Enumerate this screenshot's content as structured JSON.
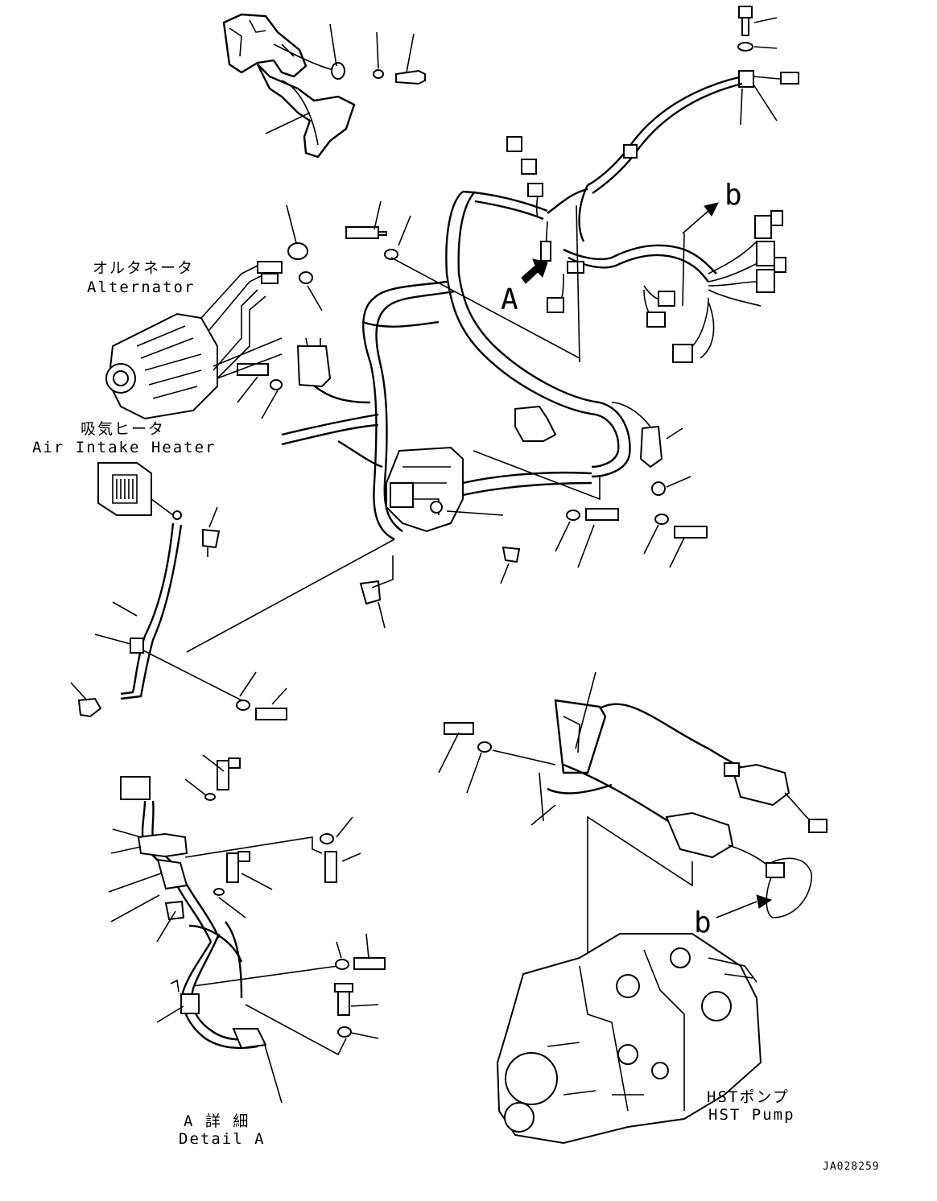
{
  "labels": {
    "alternator_jp": "オルタネータ",
    "alternator_en": "Alternator",
    "intake_heater_jp": "吸気ヒータ",
    "intake_heater_en": "Air Intake Heater",
    "detail_marker_a": "A",
    "ref_b_top": "b",
    "ref_b_bottom": "b",
    "detail_a_jp": "A 詳 細",
    "detail_a_en": "Detail A",
    "hst_pump_jp": "HSTポンプ",
    "hst_pump_en": "HST Pump",
    "drawing_number": "JA028259"
  }
}
